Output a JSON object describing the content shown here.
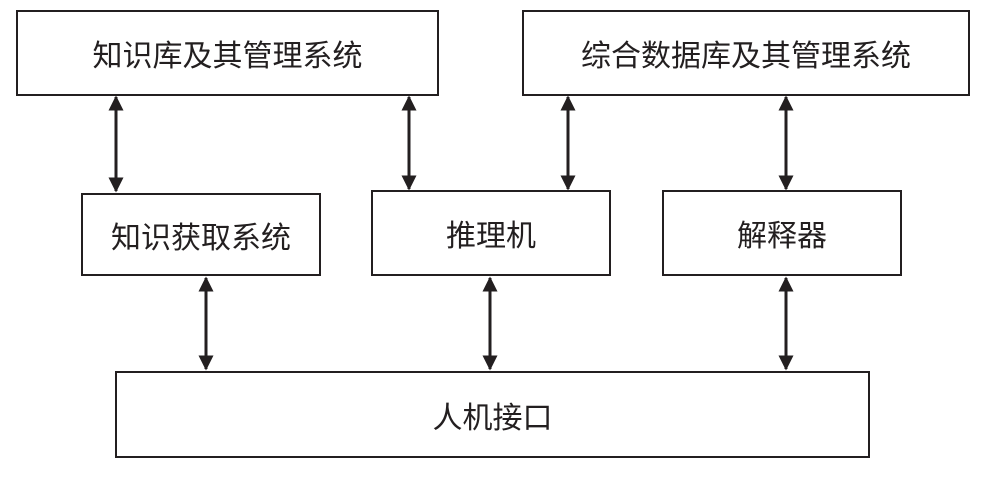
{
  "diagram": {
    "nodes": {
      "knowledge_base": "知识库及其管理系统",
      "database": "综合数据库及其管理系统",
      "knowledge_acquisition": "知识获取系统",
      "inference_engine": "推理机",
      "explainer": "解释器",
      "user_interface": "人机接口"
    },
    "edges": [
      {
        "from": "knowledge_base",
        "to": "knowledge_acquisition",
        "type": "bidirectional"
      },
      {
        "from": "knowledge_base",
        "to": "inference_engine",
        "type": "bidirectional"
      },
      {
        "from": "database",
        "to": "inference_engine",
        "type": "bidirectional"
      },
      {
        "from": "database",
        "to": "explainer",
        "type": "bidirectional"
      },
      {
        "from": "knowledge_acquisition",
        "to": "user_interface",
        "type": "bidirectional"
      },
      {
        "from": "inference_engine",
        "to": "user_interface",
        "type": "bidirectional"
      },
      {
        "from": "explainer",
        "to": "user_interface",
        "type": "bidirectional"
      }
    ],
    "line_color": "#231f20"
  }
}
